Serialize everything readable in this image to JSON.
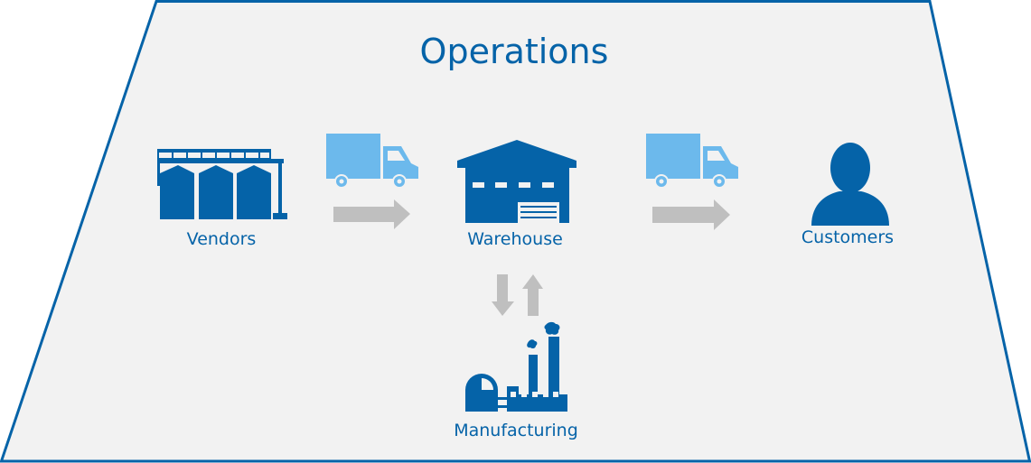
{
  "title": "Operations",
  "nodes": {
    "vendors": "Vendors",
    "warehouse": "Warehouse",
    "customers": "Customers",
    "manufacturing": "Manufacturing"
  },
  "colors": {
    "primary": "#0563a8",
    "truck": "#6cb9ec",
    "arrow": "#bfbfbf",
    "background": "#f2f2f2"
  }
}
